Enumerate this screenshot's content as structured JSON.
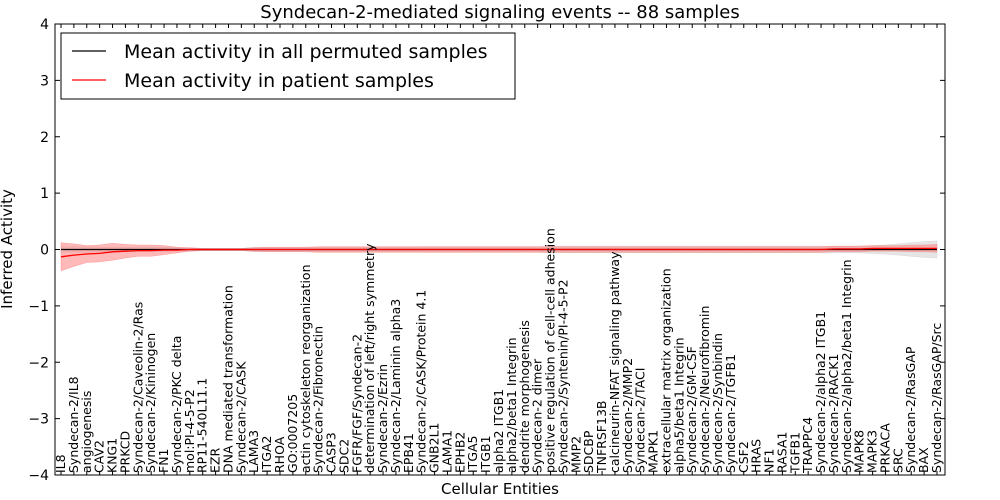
{
  "chart_data": {
    "type": "line",
    "title": "Syndecan-2-mediated signaling events -- 88 samples",
    "xlabel": "Cellular Entities",
    "ylabel": "Inferred Activity",
    "ylim": [
      -4,
      4
    ],
    "yticks": [
      -4,
      -3,
      -2,
      -1,
      0,
      1,
      2,
      3,
      4
    ],
    "grid": false,
    "legend_position": "top-left",
    "categories": [
      "IL8",
      "Syndecan-2/IL8",
      "angiogenesis",
      "CAV2",
      "KNG1",
      "PRKCD",
      "Syndecan-2/Caveolin-2/Ras",
      "Syndecan-2/Kininogen",
      "FN1",
      "Syndecan-2/PKC delta",
      "mol:PI-4-5-P2",
      "RP11-540L11.1",
      "EZR",
      "DNA mediated transformation",
      "Syndecan-2/CASK",
      "LAMA3",
      "ITGA2",
      "RHOA",
      "GO:0007205",
      "actin cytoskeleton reorganization",
      "Syndecan-2/Fibronectin",
      "CASP3",
      "SDC2",
      "FGFR/FGF/Syndecan-2",
      "determination of left/right symmetry",
      "Syndecan-2/Ezrin",
      "Syndecan-2/Laminin alpha3",
      "EPB41",
      "Syndecan-2/CASK/Protein 4.1",
      "GNB2L1",
      "LAMA1",
      "EPHB2",
      "ITGA5",
      "ITGB1",
      "alpha2 ITGB1",
      "alpha2/beta1 Integrin",
      "dendrite morphogenesis",
      "Syndecan-2 dimer",
      "positive regulation of cell-cell adhesion",
      "Syndecan-2/Syntenin/PI-4-5-P2",
      "MMP2",
      "SDCBP",
      "TNFRSF13B",
      "calcineurin-NFAT signaling pathway",
      "Syndecan-2/MMP2",
      "Syndecan-2/TACI",
      "MAPK1",
      "extracellular matrix organization",
      "alpha5/beta1 Integrin",
      "Syndecan-2/GM-CSF",
      "Syndecan-2/Neurofibromin",
      "Syndecan-2/Synbindin",
      "Syndecan-2/TGFB1",
      "CSF2",
      "HRAS",
      "NF1",
      "RASA1",
      "TGFB1",
      "TRAPPC4",
      "Syndecan-2/alpha2 ITGB1",
      "Syndecan-2/RACK1",
      "Syndecan-2/alpha2/beta1 Integrin",
      "MAPK8",
      "MAPK3",
      "PRKACA",
      "SRC",
      "Syndecan-2/RasGAP",
      "BAX",
      "Syndecan-2/RasGAP/Src"
    ],
    "series": [
      {
        "name": "Mean activity in all permuted samples",
        "color": "#000000",
        "band_color": "#cccccc",
        "values": [
          0.0,
          0.0,
          0.0,
          0.0,
          0.0,
          0.0,
          0.0,
          0.0,
          0.0,
          0.0,
          0.0,
          0.0,
          0.0,
          0.0,
          0.0,
          0.0,
          0.0,
          0.0,
          0.0,
          0.0,
          0.0,
          0.0,
          0.0,
          0.0,
          0.0,
          0.0,
          0.0,
          0.0,
          0.0,
          0.0,
          0.0,
          0.0,
          0.0,
          0.0,
          0.0,
          0.0,
          0.0,
          0.0,
          0.0,
          0.0,
          0.0,
          0.0,
          0.0,
          0.0,
          0.0,
          0.0,
          0.0,
          0.0,
          0.0,
          0.0,
          0.0,
          0.0,
          0.0,
          0.0,
          0.0,
          0.0,
          0.0,
          0.0,
          0.0,
          0.0,
          0.0,
          0.0,
          0.0,
          0.0,
          0.0,
          0.0,
          0.0,
          0.0,
          0.0
        ],
        "band": [
          0.05,
          0.05,
          0.05,
          0.04,
          0.04,
          0.04,
          0.04,
          0.04,
          0.04,
          0.03,
          0.03,
          0.02,
          0.02,
          0.02,
          0.02,
          0.04,
          0.04,
          0.04,
          0.04,
          0.04,
          0.04,
          0.04,
          0.04,
          0.04,
          0.04,
          0.04,
          0.04,
          0.04,
          0.05,
          0.05,
          0.05,
          0.05,
          0.05,
          0.05,
          0.05,
          0.05,
          0.05,
          0.05,
          0.06,
          0.06,
          0.06,
          0.06,
          0.06,
          0.06,
          0.06,
          0.06,
          0.06,
          0.06,
          0.06,
          0.06,
          0.06,
          0.06,
          0.06,
          0.06,
          0.06,
          0.06,
          0.06,
          0.06,
          0.06,
          0.06,
          0.06,
          0.06,
          0.06,
          0.07,
          0.08,
          0.1,
          0.12,
          0.14,
          0.15
        ]
      },
      {
        "name": "Mean activity in patient samples",
        "color": "#ff0000",
        "band_color": "#ff8080",
        "values": [
          -0.13,
          -0.1,
          -0.08,
          -0.07,
          -0.04,
          -0.03,
          -0.02,
          -0.02,
          -0.01,
          -0.01,
          0.0,
          0.0,
          0.0,
          0.0,
          0.0,
          0.0,
          0.0,
          0.0,
          0.0,
          0.0,
          0.0,
          0.0,
          0.0,
          0.0,
          0.0,
          0.0,
          0.0,
          0.0,
          0.0,
          0.0,
          0.0,
          0.0,
          0.0,
          0.0,
          0.0,
          0.0,
          0.0,
          0.0,
          0.0,
          0.0,
          0.0,
          0.0,
          0.0,
          0.0,
          0.0,
          0.0,
          0.0,
          0.0,
          0.0,
          0.0,
          0.0,
          0.0,
          0.0,
          0.0,
          0.0,
          0.0,
          0.0,
          0.0,
          0.0,
          0.0,
          0.01,
          0.01,
          0.01,
          0.02,
          0.02,
          0.02,
          0.02,
          0.02,
          0.02
        ],
        "band": [
          0.25,
          0.2,
          0.15,
          0.15,
          0.15,
          0.12,
          0.1,
          0.1,
          0.08,
          0.05,
          0.03,
          0.02,
          0.02,
          0.02,
          0.02,
          0.03,
          0.04,
          0.04,
          0.04,
          0.04,
          0.05,
          0.05,
          0.05,
          0.05,
          0.05,
          0.05,
          0.05,
          0.05,
          0.05,
          0.05,
          0.05,
          0.05,
          0.05,
          0.05,
          0.05,
          0.05,
          0.05,
          0.05,
          0.05,
          0.05,
          0.05,
          0.05,
          0.05,
          0.05,
          0.05,
          0.05,
          0.05,
          0.05,
          0.05,
          0.05,
          0.05,
          0.05,
          0.05,
          0.05,
          0.05,
          0.05,
          0.05,
          0.05,
          0.05,
          0.05,
          0.05,
          0.05,
          0.05,
          0.05,
          0.05,
          0.05,
          0.06,
          0.06,
          0.07
        ]
      }
    ]
  }
}
